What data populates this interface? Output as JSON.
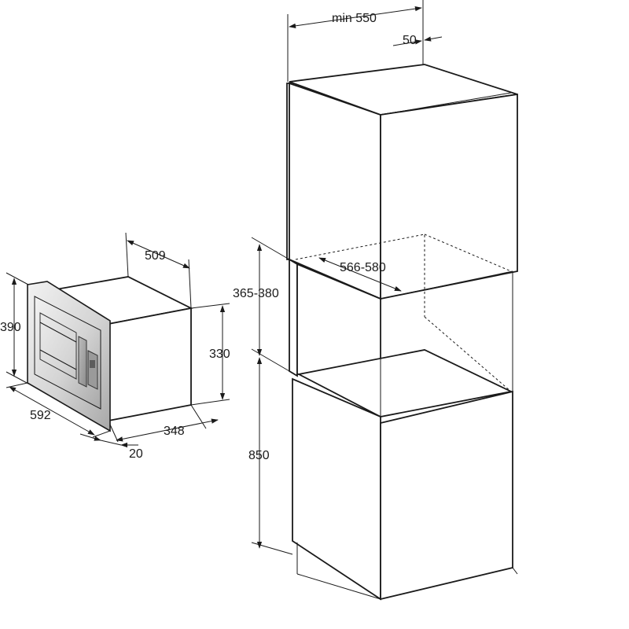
{
  "colors": {
    "ink": "#1a1a1a",
    "steel_light": "#e6e6e6",
    "steel_dark": "#a8a8a8",
    "background": "#ffffff"
  },
  "dimensions": {
    "oven_width": "592",
    "oven_height": "390",
    "oven_depth": "509",
    "oven_body_height": "330",
    "oven_body_depth": "348",
    "oven_front_offset": "20",
    "cabinet_depth": "min 550",
    "cabinet_rear_gap": "50",
    "niche_width": "566-580",
    "niche_height": "365-380",
    "niche_floor_height": "850"
  }
}
